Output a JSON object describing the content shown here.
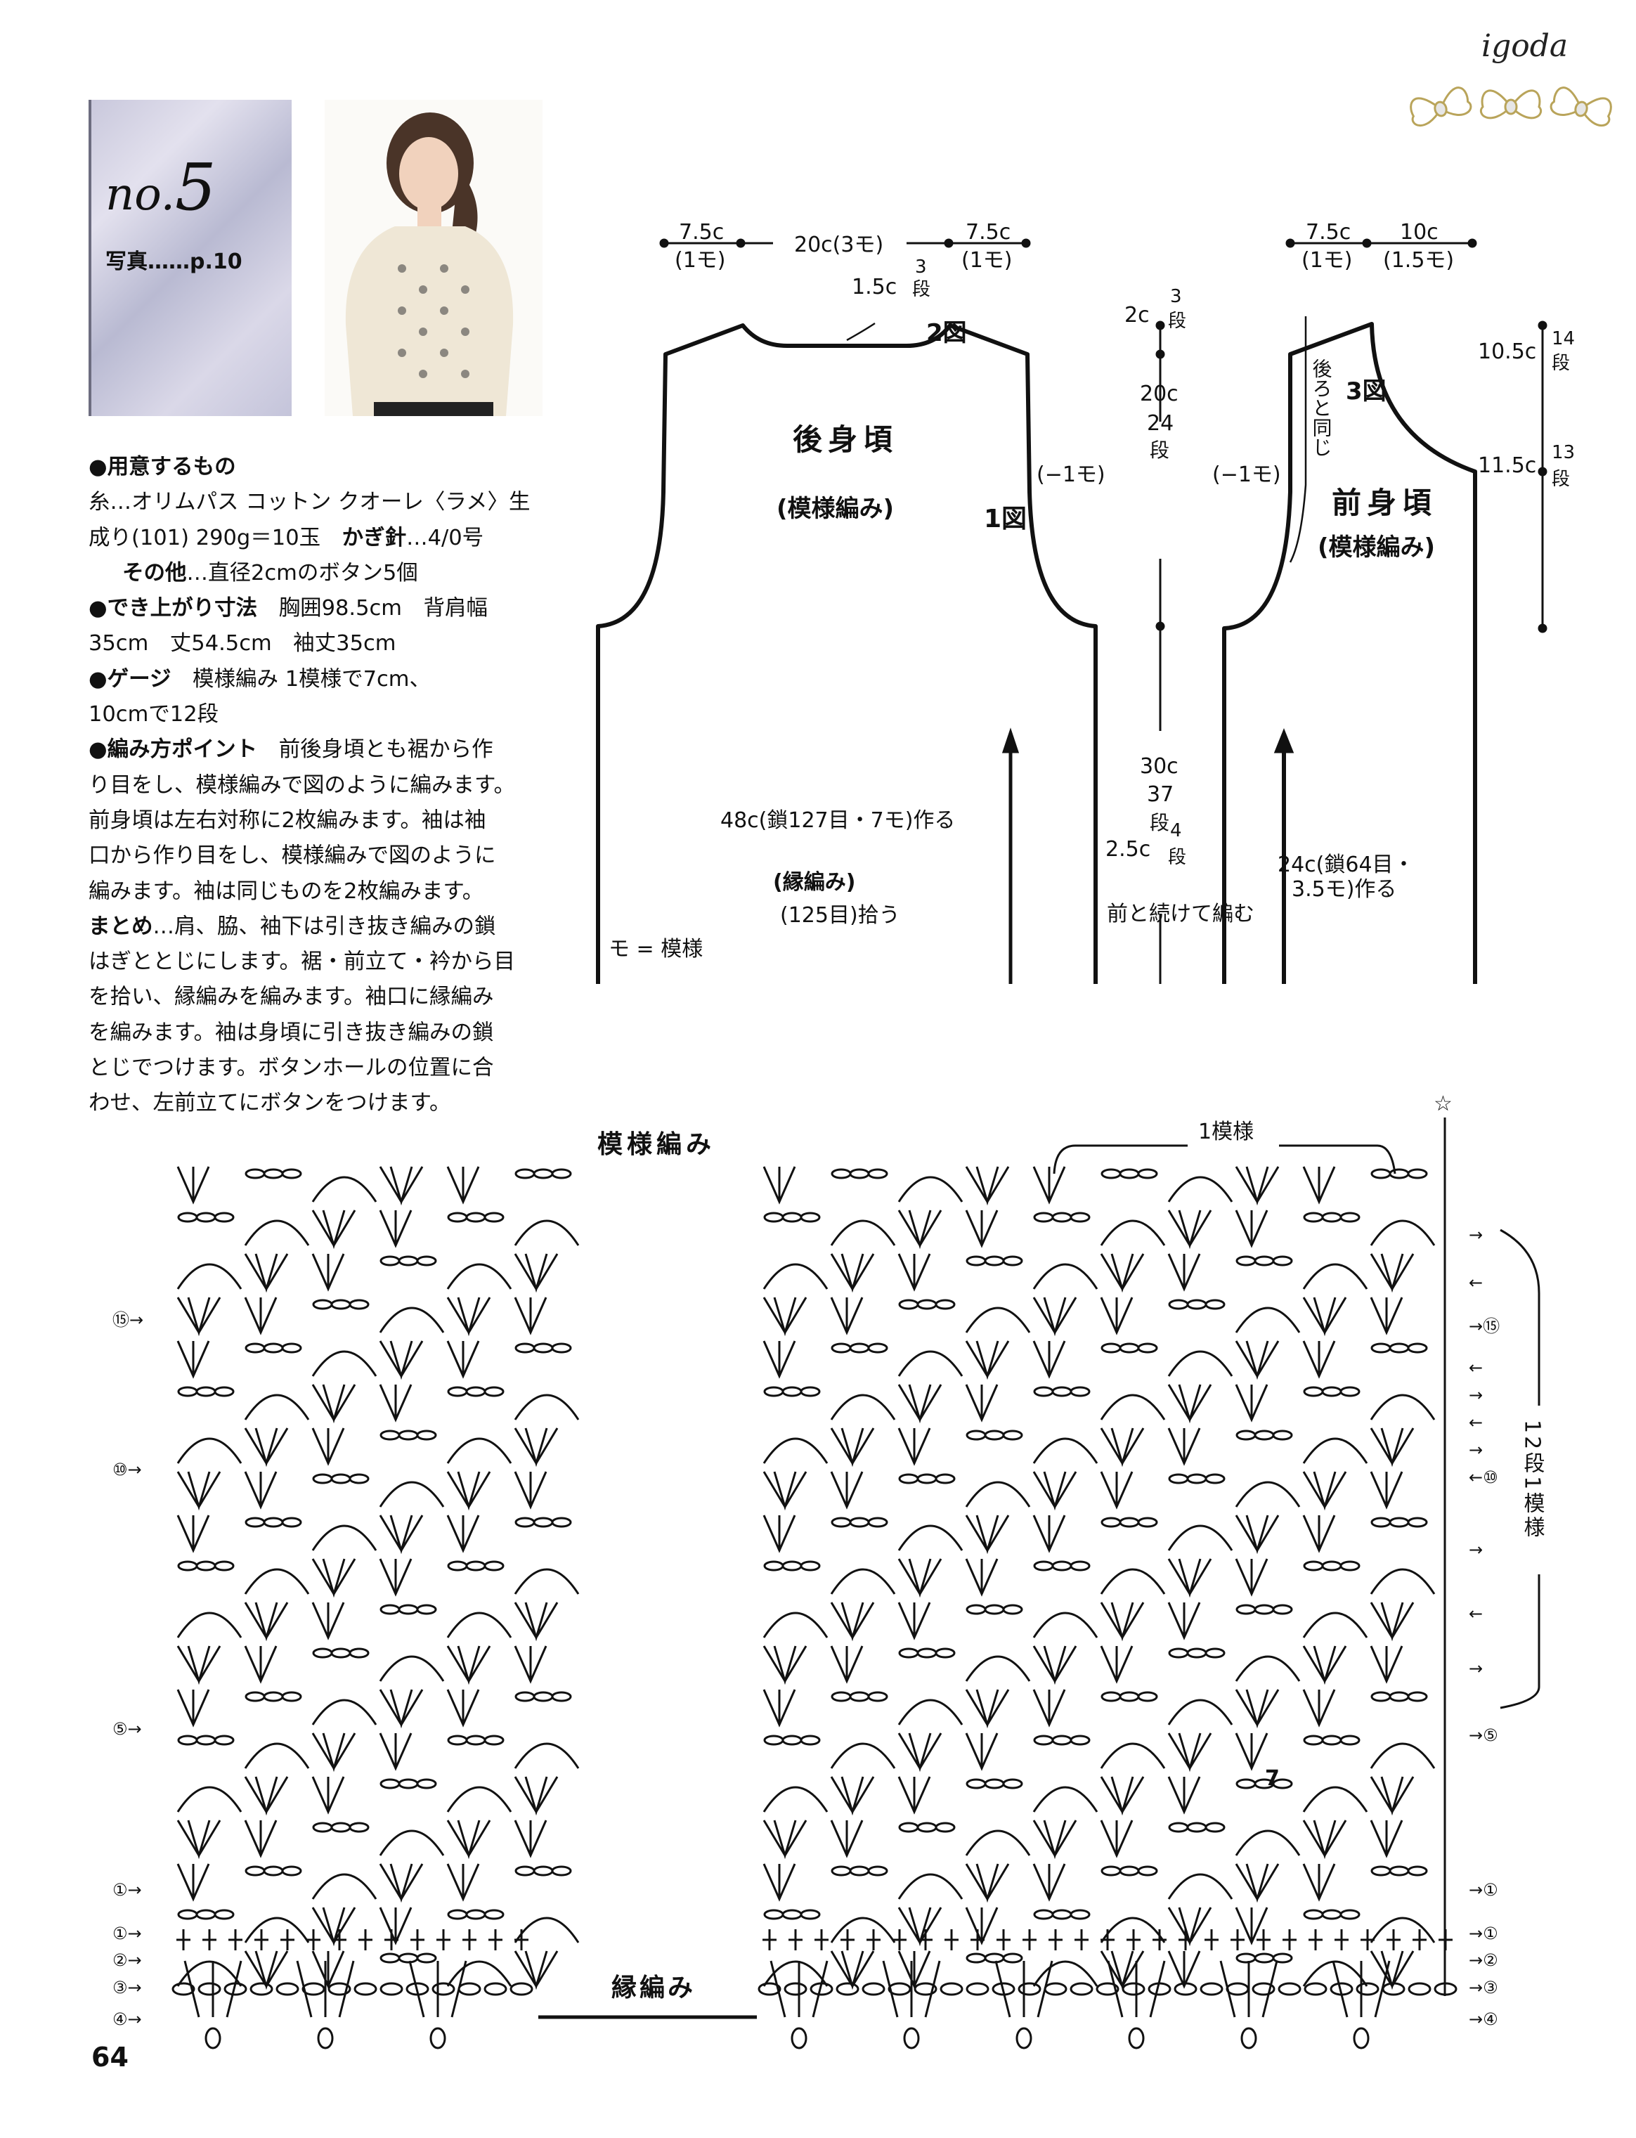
{
  "header": {
    "brand": "igoda"
  },
  "card": {
    "no_prefix": "no.",
    "no_number": "5",
    "photo_ref": "写真……p.10"
  },
  "instructions": {
    "materials_heading": "●用意するもの",
    "yarn_line1": "糸…オリムパス コットン クオーレ〈ラメ〉生",
    "yarn_line2a": "成り(101) 290g＝10玉　",
    "hook_label": "かぎ針",
    "hook_value": "…4/0号",
    "other_label": "その他",
    "other_value": "…直径2cmのボタン5個",
    "size_heading": "●でき上がり寸法",
    "size_line1": "　胸囲98.5cm　背肩幅",
    "size_line2": "35cm　丈54.5cm　袖丈35cm",
    "gauge_heading": "●ゲージ",
    "gauge_line1": "　模様編み 1模様で7cm、",
    "gauge_line2": "10cmで12段",
    "points_heading": "●編み方ポイント",
    "points_lines": [
      "　前後身頃とも裾から作",
      "り目をし、模様編みで図のように編みます。",
      "前身頃は左右対称に2枚編みます。袖は袖",
      "口から作り目をし、模様編みで図のように",
      "編みます。袖は同じものを2枚編みます。"
    ],
    "finish_heading": "まとめ",
    "finish_lines": [
      "…肩、脇、袖下は引き抜き編みの鎖",
      "はぎととじにします。裾・前立て・衿から目",
      "を拾い、縁編みを編みます。袖口に縁編み",
      "を編みます。袖は身頃に引き抜き編みの鎖",
      "とじでつけます。ボタンホールの位置に合",
      "わせ、左前立てにボタンをつけます。"
    ]
  },
  "schematic": {
    "back": {
      "title": "後身頃",
      "subtitle": "(模様編み)",
      "top_left_w": "7.5c",
      "top_left_m": "(1モ)",
      "top_mid": "20c(3モ)",
      "top_right_w": "7.5c",
      "top_right_m": "(1モ)",
      "neck_depth": "1.5c",
      "neck_rows_n": "3",
      "neck_rows_u": "段",
      "fig2": "2図",
      "fig1": "1図",
      "armhole_dec": "(−1モ)",
      "cast_on": "48c(鎖127目・7モ)作る",
      "edging": "(縁編み)",
      "pickup": "(125目)拾う",
      "continue_front": "前と続けて編む",
      "legend": "モ = 模様"
    },
    "height": {
      "shoulder": "2c",
      "shoulder_rows": "3",
      "shoulder_u": "段",
      "armhole": "20c",
      "armhole_rows": "24",
      "armhole_u": "段",
      "body": "30c",
      "body_rows": "37",
      "body_u": "段",
      "band": "2.5c",
      "band_rows": "4",
      "band_u": "段"
    },
    "front": {
      "title": "前身頃",
      "subtitle": "(模様編み)",
      "top_left_w": "7.5c",
      "top_left_m": "(1モ)",
      "top_right_w": "10c",
      "top_right_m": "(1.5モ)",
      "same_as_back": "後ろと同じ",
      "fig3": "3図",
      "armhole_dec": "(−1モ)",
      "neck_upper": "10.5c",
      "neck_upper_rows": "14",
      "neck_upper_u": "段",
      "neck_lower": "11.5c",
      "neck_lower_rows": "13",
      "neck_lower_u": "段",
      "cast_on_1": "24c(鎖64目・",
      "cast_on_2": "3.5モ)作る"
    }
  },
  "chart": {
    "title": "模様編み",
    "repeat_label": "1模様",
    "star": "☆",
    "rows_per_repeat": "12段1模様",
    "edging_label": "縁編み",
    "motif_number": "7",
    "left_markers": [
      {
        "label": "⑮",
        "dir": "→",
        "row": 15
      },
      {
        "label": "⑩",
        "dir": "→",
        "row": 10
      },
      {
        "label": "⑤",
        "dir": "→",
        "row": 5
      },
      {
        "label": "①",
        "dir": "→",
        "row": 1
      },
      {
        "label": "①",
        "dir": "→",
        "row": "e1"
      },
      {
        "label": "②",
        "dir": "→",
        "row": "e2"
      },
      {
        "label": "③",
        "dir": "→",
        "row": "e3"
      },
      {
        "label": "④",
        "dir": "→",
        "row": "e4"
      }
    ],
    "right_markers": [
      {
        "label": "",
        "dir": "→"
      },
      {
        "label": "",
        "dir": "←"
      },
      {
        "label": "⑮",
        "dir": "→"
      },
      {
        "label": "",
        "dir": "←"
      },
      {
        "label": "",
        "dir": "→"
      },
      {
        "label": "",
        "dir": "←"
      },
      {
        "label": "",
        "dir": "→"
      },
      {
        "label": "⑩",
        "dir": "←"
      },
      {
        "label": "",
        "dir": "→"
      },
      {
        "label": "",
        "dir": "←"
      },
      {
        "label": "",
        "dir": "→"
      },
      {
        "label": "⑤",
        "dir": "→"
      },
      {
        "label": "①",
        "dir": "→"
      },
      {
        "label": "①",
        "dir": "→"
      },
      {
        "label": "②",
        "dir": "→"
      },
      {
        "label": "③",
        "dir": "→"
      },
      {
        "label": "④",
        "dir": "→"
      }
    ]
  },
  "footer": {
    "page_number": "64"
  },
  "colors": {
    "ink": "#111111",
    "card": "#c9c8dc",
    "gold": "#c9b66a"
  }
}
